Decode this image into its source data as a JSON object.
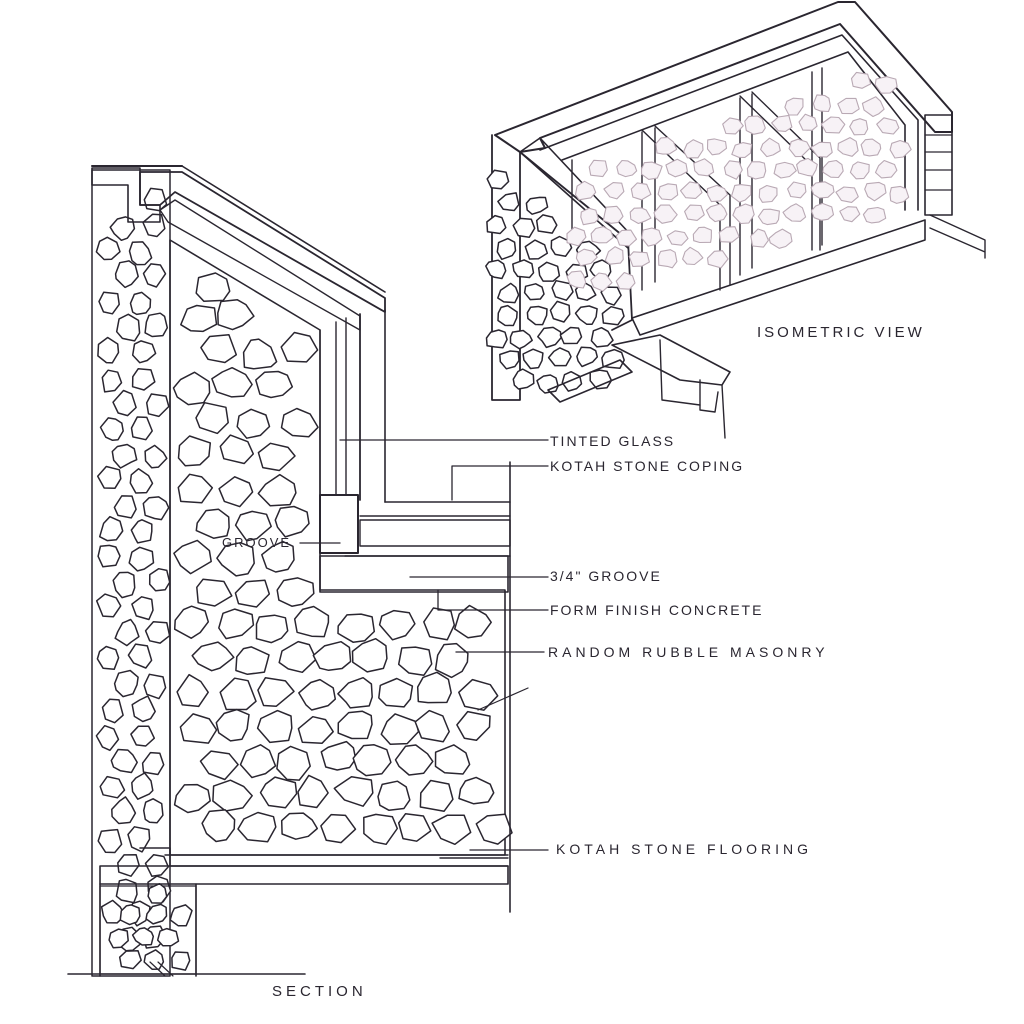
{
  "colors": {
    "ink": "#2a2630",
    "paper": "#ffffff",
    "stone_tint": "#b9a9b4"
  },
  "views": {
    "isometric_title": "ISOMETRIC VIEW",
    "section_title": "SECTION"
  },
  "labels": {
    "tinted_glass": "TINTED GLASS",
    "kotah_stone_coping": "KOTAH STONE COPING",
    "groove": "GROOVE",
    "three_quarter_groove": "3/4\" GROOVE",
    "form_finish_concrete": "FORM FINISH CONCRETE",
    "random_rubble_masonry": "RANDOM RUBBLE MASONRY",
    "kotah_stone_flooring": "KOTAH STONE FLOORING"
  }
}
